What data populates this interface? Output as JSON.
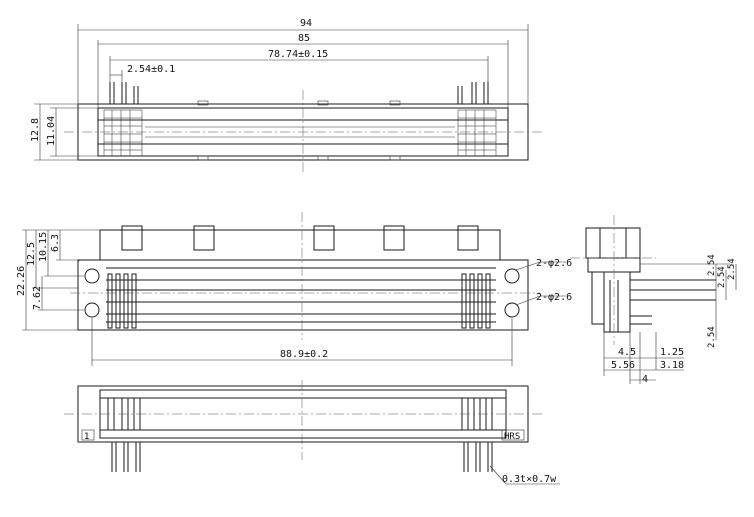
{
  "top_view": {
    "overall_width": "94",
    "body_width": "85",
    "pin_span": "78.74±0.15",
    "pin_pitch": "2.54±0.1",
    "overall_height": "12.8",
    "body_height": "11.04"
  },
  "front_view": {
    "overall_height": "22.26",
    "h1": "12.5",
    "h2": "10.15",
    "h3": "6.3",
    "h4": "7.62",
    "hole_spacing": "88.9±0.2",
    "hole_label_top": "2-φ2.6",
    "hole_label_bottom": "2-φ2.6"
  },
  "side_view": {
    "pitch_1": "2.54",
    "pitch_2": "2.54",
    "pitch_3": "2.54",
    "pitch_4": "2.54",
    "dim_4_5": "4.5",
    "dim_1_25": "1.25",
    "dim_5_56": "5.56",
    "dim_3_18": "3.18",
    "dim_4": "4"
  },
  "bottom_view": {
    "pin_callout": "0.3t×0.7w",
    "left_mark": "1",
    "right_mark": "HRS"
  }
}
